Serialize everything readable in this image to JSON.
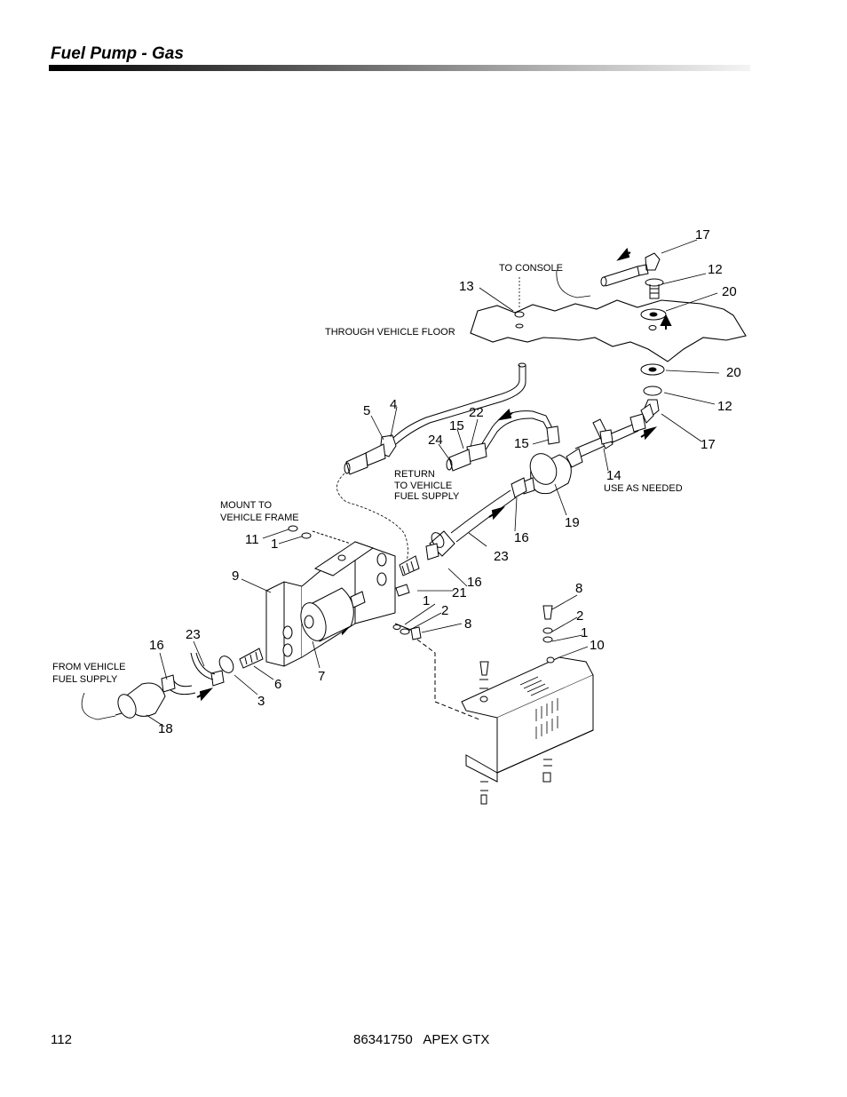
{
  "header": {
    "title": "Fuel Pump - Gas"
  },
  "diagram": {
    "callouts": {
      "c17a": "17",
      "c12a": "12",
      "c20a": "20",
      "c13": "13",
      "c20b": "20",
      "c12b": "12",
      "c17b": "17",
      "c5": "5",
      "c4": "4",
      "c22": "22",
      "c15a": "15",
      "c24": "24",
      "c15b": "15",
      "c14": "14",
      "c19": "19",
      "c16a": "16",
      "c23a": "23",
      "c11": "11",
      "c1a": "1",
      "c9": "9",
      "c21": "21",
      "c16b": "16",
      "c1b": "1",
      "c2a": "2",
      "c8a": "8",
      "c8b": "8",
      "c2b": "2",
      "c1c": "1",
      "c10": "10",
      "c23b": "23",
      "c16c": "16",
      "c6": "6",
      "c3": "3",
      "c7": "7",
      "c18": "18"
    },
    "notes": {
      "to_console": "TO CONSOLE",
      "through_floor": "THROUGH VEHICLE FLOOR",
      "return_1": "RETURN",
      "return_2": "TO VEHICLE",
      "return_3": "FUEL SUPPLY",
      "use_as_needed": "USE AS NEEDED",
      "mount_1": "MOUNT TO",
      "mount_2": "VEHICLE FRAME",
      "from_1": "FROM VEHICLE",
      "from_2": "FUEL SUPPLY"
    }
  },
  "footer": {
    "page_number": "112",
    "doc_id": "86341750   APEX GTX"
  }
}
